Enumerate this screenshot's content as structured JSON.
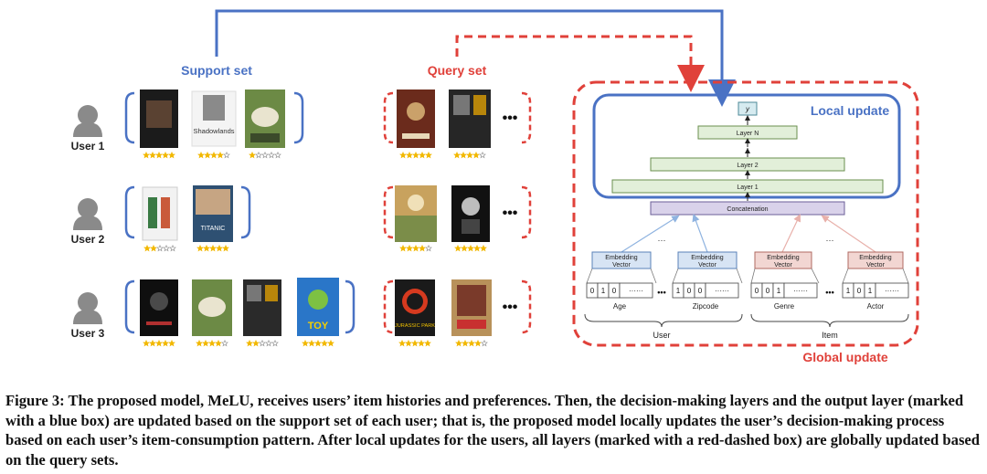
{
  "labels": {
    "support_set": "Support set",
    "query_set": "Query set",
    "local_update": "Local update",
    "global_update": "Global update"
  },
  "users": [
    "User 1",
    "User 2",
    "User 3"
  ],
  "ellipsis": "•••",
  "support_ratings": [
    [
      5,
      4,
      1
    ],
    [
      2,
      5
    ],
    [
      5,
      4,
      2,
      5
    ]
  ],
  "query_ratings": [
    [
      5,
      4
    ],
    [
      4,
      5
    ],
    [
      5,
      4
    ]
  ],
  "network": {
    "output": "y",
    "layers": [
      "Layer N",
      "Layer 2",
      "Layer 1"
    ],
    "concat": "Concatenation",
    "embedding": [
      "Embedding",
      "Vector"
    ],
    "inner_ellipsis": "···",
    "fields": [
      {
        "name": "Age",
        "bits": [
          "0",
          "1",
          "0",
          "······"
        ]
      },
      {
        "name": "Zipcode",
        "bits": [
          "1",
          "0",
          "0",
          "······"
        ]
      },
      {
        "name": "Genre",
        "bits": [
          "0",
          "0",
          "1",
          "······"
        ]
      },
      {
        "name": "Actor",
        "bits": [
          "1",
          "0",
          "1",
          "······"
        ]
      }
    ],
    "groups": [
      "User",
      "Item"
    ]
  },
  "posters": {
    "shadowlands": "Shadowlands",
    "titanic": "TITANIC",
    "toy": "TOY",
    "jurassic": "JURASSIC PARK"
  },
  "colors": {
    "blue": "#4a72c4",
    "red": "#e0413a",
    "layer_fill": "#e2efd9",
    "layer_stroke": "#6a8f4e",
    "concat_fill": "#d9d2ea",
    "concat_stroke": "#6b5f98",
    "emb_user_fill": "#d7e4f4",
    "emb_user_stroke": "#5a82b8",
    "emb_item_fill": "#f2d6d2",
    "emb_item_stroke": "#b06a62",
    "star": "#f2b800"
  },
  "caption": {
    "lead": "Figure 3:",
    "text": "The proposed model, MeLU, receives users’ item histories and preferences. Then, the decision-making layers and the output layer (marked with a blue box) are updated based on the support set of each user; that is, the proposed model locally updates the user’s decision-making process based on each user’s item-consumption pattern. After local updates for the users, all layers (marked with a red-dashed box) are globally updated based on the query sets."
  }
}
